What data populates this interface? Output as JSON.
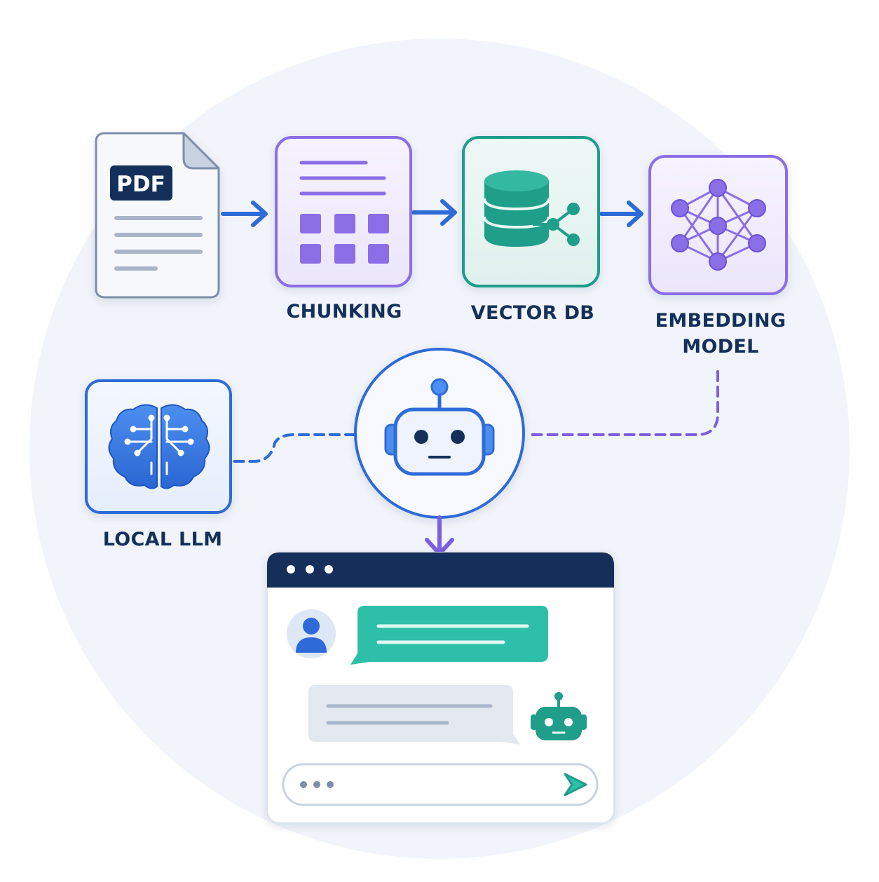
{
  "nodes": {
    "pdf": {
      "badge": "PDF",
      "icon": "pdf-document-icon"
    },
    "chunking": {
      "label": "CHUNKING",
      "icon": "chunking-grid-icon"
    },
    "vector_db": {
      "label": "VECTOR DB",
      "icon": "database-icon"
    },
    "embedding_model": {
      "label_line1": "EMBEDDING",
      "label_line2": "MODEL",
      "icon": "neural-network-icon"
    },
    "local_llm": {
      "label": "LOCAL LLM",
      "icon": "brain-circuit-icon"
    },
    "agent": {
      "icon": "robot-icon"
    },
    "chat_window": {
      "icon": "chat-window-icon",
      "user_icon": "user-avatar-icon",
      "bot_icon": "robot-icon",
      "input_icon": "send-icon",
      "typing_icon": "typing-dots-icon"
    }
  },
  "colors": {
    "navy": "#14305a",
    "blue": "#2f6bd8",
    "purple": "#7b5fe0",
    "teal": "#1f9e8a",
    "chat_teal": "#2ebfa8",
    "background_circle": "#f1f4fa"
  }
}
